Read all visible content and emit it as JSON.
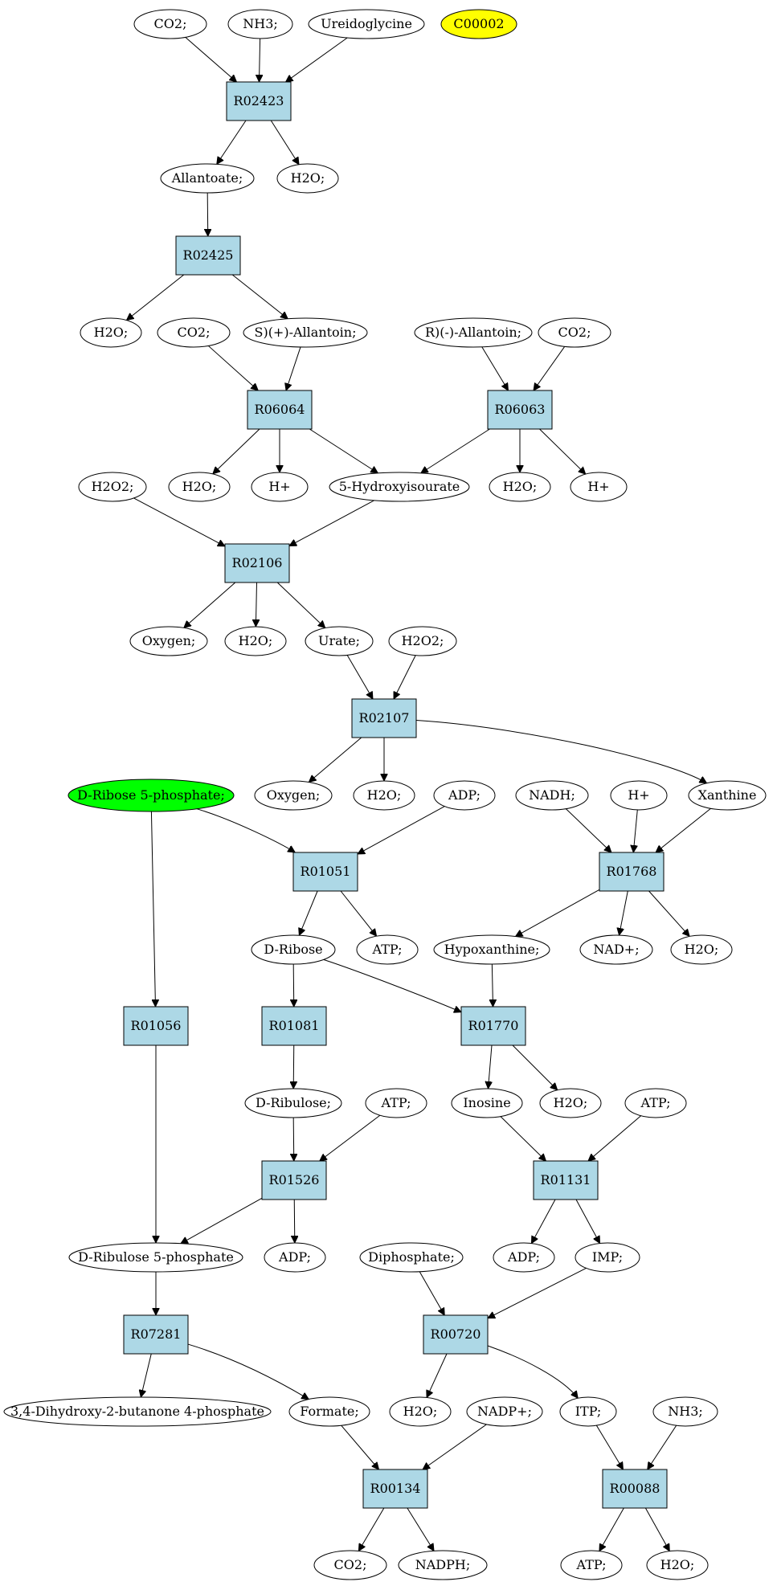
{
  "colors": {
    "reaction_fill": "#add8e6",
    "compound_fill": "#ffffff",
    "highlight_yellow": "#ffff00",
    "highlight_green": "#00ff00"
  },
  "compounds": [
    {
      "id": "c_co2_1",
      "label": "CO2;"
    },
    {
      "id": "c_nh3_1",
      "label": "NH3;"
    },
    {
      "id": "c_ureidoglycine",
      "label": "Ureidoglycine"
    },
    {
      "id": "c_c00002",
      "label": "C00002",
      "fill": "#ffff00"
    },
    {
      "id": "c_allantoate",
      "label": "Allantoate;"
    },
    {
      "id": "c_h2o_1",
      "label": "H2O;"
    },
    {
      "id": "c_h2o_2",
      "label": "H2O;"
    },
    {
      "id": "c_co2_2",
      "label": "CO2;"
    },
    {
      "id": "c_s_allantoin",
      "label": "S)(+)-Allantoin;"
    },
    {
      "id": "c_r_allantoin",
      "label": "R)(-)-Allantoin;"
    },
    {
      "id": "c_co2_3",
      "label": "CO2;"
    },
    {
      "id": "c_h2o2_1",
      "label": "H2O2;"
    },
    {
      "id": "c_h2o_3",
      "label": "H2O;"
    },
    {
      "id": "c_hplus_1",
      "label": "H+"
    },
    {
      "id": "c_hydroxyisourate",
      "label": "5-Hydroxyisourate"
    },
    {
      "id": "c_h2o_4",
      "label": "H2O;"
    },
    {
      "id": "c_hplus_2",
      "label": "H+"
    },
    {
      "id": "c_oxygen_1",
      "label": "Oxygen;"
    },
    {
      "id": "c_h2o_5",
      "label": "H2O;"
    },
    {
      "id": "c_urate",
      "label": "Urate;"
    },
    {
      "id": "c_h2o2_2",
      "label": "H2O2;"
    },
    {
      "id": "c_oxygen_2",
      "label": "Oxygen;"
    },
    {
      "id": "c_h2o_6",
      "label": "H2O;"
    },
    {
      "id": "c_ribose5p",
      "label": "D-Ribose 5-phosphate;",
      "fill": "#00ff00"
    },
    {
      "id": "c_adp_1",
      "label": "ADP;"
    },
    {
      "id": "c_nadh",
      "label": "NADH;"
    },
    {
      "id": "c_hplus_3",
      "label": "H+"
    },
    {
      "id": "c_xanthine",
      "label": "Xanthine"
    },
    {
      "id": "c_dribose",
      "label": "D-Ribose"
    },
    {
      "id": "c_atp_1",
      "label": "ATP;"
    },
    {
      "id": "c_hypoxanthine",
      "label": "Hypoxanthine;"
    },
    {
      "id": "c_nadplus",
      "label": "NAD+;"
    },
    {
      "id": "c_h2o_7",
      "label": "H2O;"
    },
    {
      "id": "c_dribulose",
      "label": "D-Ribulose;"
    },
    {
      "id": "c_atp_2",
      "label": "ATP;"
    },
    {
      "id": "c_inosine",
      "label": "Inosine"
    },
    {
      "id": "c_h2o_8",
      "label": "H2O;"
    },
    {
      "id": "c_atp_3",
      "label": "ATP;"
    },
    {
      "id": "c_ribulose5p",
      "label": "D-Ribulose 5-phosphate"
    },
    {
      "id": "c_adp_2",
      "label": "ADP;"
    },
    {
      "id": "c_diphosphate",
      "label": "Diphosphate;"
    },
    {
      "id": "c_adp_3",
      "label": "ADP;"
    },
    {
      "id": "c_imp",
      "label": "IMP;"
    },
    {
      "id": "c_dhbp",
      "label": "3,4-Dihydroxy-2-butanone 4-phosphate"
    },
    {
      "id": "c_formate",
      "label": "Formate;"
    },
    {
      "id": "c_h2o_9",
      "label": "H2O;"
    },
    {
      "id": "c_nadpplus",
      "label": "NADP+;"
    },
    {
      "id": "c_itp",
      "label": "ITP;"
    },
    {
      "id": "c_nh3_2",
      "label": "NH3;"
    },
    {
      "id": "c_co2_4",
      "label": "CO2;"
    },
    {
      "id": "c_nadph",
      "label": "NADPH;"
    },
    {
      "id": "c_atp_4",
      "label": "ATP;"
    },
    {
      "id": "c_h2o_10",
      "label": "H2O;"
    }
  ],
  "reactions": [
    {
      "id": "r_R02423",
      "label": "R02423"
    },
    {
      "id": "r_R02425",
      "label": "R02425"
    },
    {
      "id": "r_R06064",
      "label": "R06064"
    },
    {
      "id": "r_R06063",
      "label": "R06063"
    },
    {
      "id": "r_R02106",
      "label": "R02106"
    },
    {
      "id": "r_R02107",
      "label": "R02107"
    },
    {
      "id": "r_R01051",
      "label": "R01051"
    },
    {
      "id": "r_R01768",
      "label": "R01768"
    },
    {
      "id": "r_R01056",
      "label": "R01056"
    },
    {
      "id": "r_R01081",
      "label": "R01081"
    },
    {
      "id": "r_R01770",
      "label": "R01770"
    },
    {
      "id": "r_R01526",
      "label": "R01526"
    },
    {
      "id": "r_R01131",
      "label": "R01131"
    },
    {
      "id": "r_R07281",
      "label": "R07281"
    },
    {
      "id": "r_R00720",
      "label": "R00720"
    },
    {
      "id": "r_R00134",
      "label": "R00134"
    },
    {
      "id": "r_R00088",
      "label": "R00088"
    }
  ],
  "edges": [
    [
      "c_co2_1",
      "r_R02423"
    ],
    [
      "c_nh3_1",
      "r_R02423"
    ],
    [
      "c_ureidoglycine",
      "r_R02423"
    ],
    [
      "r_R02423",
      "c_allantoate"
    ],
    [
      "r_R02423",
      "c_h2o_1"
    ],
    [
      "c_allantoate",
      "r_R02425"
    ],
    [
      "r_R02425",
      "c_h2o_2"
    ],
    [
      "r_R02425",
      "c_s_allantoin"
    ],
    [
      "c_co2_2",
      "r_R06064"
    ],
    [
      "c_s_allantoin",
      "r_R06064"
    ],
    [
      "c_r_allantoin",
      "r_R06063"
    ],
    [
      "c_co2_3",
      "r_R06063"
    ],
    [
      "r_R06064",
      "c_h2o_3"
    ],
    [
      "r_R06064",
      "c_hplus_1"
    ],
    [
      "r_R06064",
      "c_hydroxyisourate"
    ],
    [
      "r_R06063",
      "c_hydroxyisourate"
    ],
    [
      "r_R06063",
      "c_h2o_4"
    ],
    [
      "r_R06063",
      "c_hplus_2"
    ],
    [
      "c_h2o2_1",
      "r_R02106"
    ],
    [
      "c_hydroxyisourate",
      "r_R02106"
    ],
    [
      "r_R02106",
      "c_oxygen_1"
    ],
    [
      "r_R02106",
      "c_h2o_5"
    ],
    [
      "r_R02106",
      "c_urate"
    ],
    [
      "c_urate",
      "r_R02107"
    ],
    [
      "c_h2o2_2",
      "r_R02107"
    ],
    [
      "r_R02107",
      "c_oxygen_2"
    ],
    [
      "r_R02107",
      "c_h2o_6"
    ],
    [
      "r_R02107",
      "c_xanthine"
    ],
    [
      "c_ribose5p",
      "r_R01051"
    ],
    [
      "c_adp_1",
      "r_R01051"
    ],
    [
      "c_nadh",
      "r_R01768"
    ],
    [
      "c_hplus_3",
      "r_R01768"
    ],
    [
      "c_xanthine",
      "r_R01768"
    ],
    [
      "r_R01051",
      "c_dribose"
    ],
    [
      "r_R01051",
      "c_atp_1"
    ],
    [
      "r_R01768",
      "c_hypoxanthine"
    ],
    [
      "r_R01768",
      "c_nadplus"
    ],
    [
      "r_R01768",
      "c_h2o_7"
    ],
    [
      "c_ribose5p",
      "r_R01056"
    ],
    [
      "c_dribose",
      "r_R01081"
    ],
    [
      "c_dribose",
      "r_R01770"
    ],
    [
      "c_hypoxanthine",
      "r_R01770"
    ],
    [
      "r_R01081",
      "c_dribulose"
    ],
    [
      "r_R01770",
      "c_inosine"
    ],
    [
      "r_R01770",
      "c_h2o_8"
    ],
    [
      "c_dribulose",
      "r_R01526"
    ],
    [
      "c_atp_2",
      "r_R01526"
    ],
    [
      "c_inosine",
      "r_R01131"
    ],
    [
      "c_atp_3",
      "r_R01131"
    ],
    [
      "r_R01056",
      "c_ribulose5p"
    ],
    [
      "r_R01526",
      "c_ribulose5p"
    ],
    [
      "r_R01526",
      "c_adp_2"
    ],
    [
      "r_R01131",
      "c_adp_3"
    ],
    [
      "r_R01131",
      "c_imp"
    ],
    [
      "c_ribulose5p",
      "r_R07281"
    ],
    [
      "c_diphosphate",
      "r_R00720"
    ],
    [
      "c_imp",
      "r_R00720"
    ],
    [
      "r_R07281",
      "c_dhbp"
    ],
    [
      "r_R07281",
      "c_formate"
    ],
    [
      "r_R00720",
      "c_h2o_9"
    ],
    [
      "r_R00720",
      "c_itp"
    ],
    [
      "c_formate",
      "r_R00134"
    ],
    [
      "c_nadpplus",
      "r_R00134"
    ],
    [
      "c_itp",
      "r_R00088"
    ],
    [
      "c_nh3_2",
      "r_R00088"
    ],
    [
      "r_R00134",
      "c_co2_4"
    ],
    [
      "r_R00134",
      "c_nadph"
    ],
    [
      "r_R00088",
      "c_atp_4"
    ],
    [
      "r_R00088",
      "c_h2o_10"
    ]
  ]
}
